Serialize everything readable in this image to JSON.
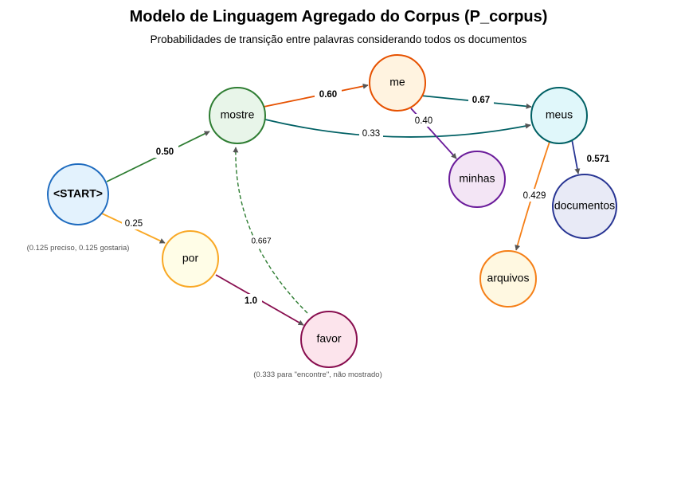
{
  "title": "Modelo de Linguagem Agregado do Corpus (P_corpus)",
  "subtitle": "Probabilidades de transição entre palavras considerando todos os documentos",
  "nodes": {
    "start": {
      "label": "<START>",
      "fill": "#e3f2fd",
      "stroke": "#1e6bbf"
    },
    "mostre": {
      "label": "mostre",
      "fill": "#e8f5e9",
      "stroke": "#2e7d32"
    },
    "me": {
      "label": "me",
      "fill": "#fff3e0",
      "stroke": "#e65100"
    },
    "meus": {
      "label": "meus",
      "fill": "#e0f7fa",
      "stroke": "#006064"
    },
    "minhas": {
      "label": "minhas",
      "fill": "#f3e5f5",
      "stroke": "#6a1b9a"
    },
    "documentos": {
      "label": "documentos",
      "fill": "#e8eaf6",
      "stroke": "#283593"
    },
    "arquivos": {
      "label": "arquivos",
      "fill": "#fff8e1",
      "stroke": "#f57f17"
    },
    "por": {
      "label": "por",
      "fill": "#fffde7",
      "stroke": "#f9a825"
    },
    "favor": {
      "label": "favor",
      "fill": "#fce4ec",
      "stroke": "#880e4f"
    }
  },
  "edges": {
    "start_mostre": {
      "label": "0.50",
      "color": "#2e7d32"
    },
    "start_por": {
      "label": "0.25",
      "color": "#f9a825"
    },
    "mostre_me": {
      "label": "0.60",
      "color": "#e65100"
    },
    "mostre_meus": {
      "label": "0.33",
      "color": "#006064"
    },
    "me_meus": {
      "label": "0.67",
      "color": "#006064"
    },
    "me_minhas": {
      "label": "0.40",
      "color": "#6a1b9a"
    },
    "meus_documentos": {
      "label": "0.571",
      "color": "#283593"
    },
    "meus_arquivos": {
      "label": "0.429",
      "color": "#f57f17"
    },
    "por_favor": {
      "label": "1.0",
      "color": "#880e4f"
    },
    "favor_mostre": {
      "label": "0.667",
      "color": "#2e7d32"
    }
  },
  "notes": {
    "start": "(0.125 preciso, 0.125 gostaria)",
    "favor": "(0.333 para \"encontre\", não mostrado)"
  },
  "arrow_color": "#555555"
}
